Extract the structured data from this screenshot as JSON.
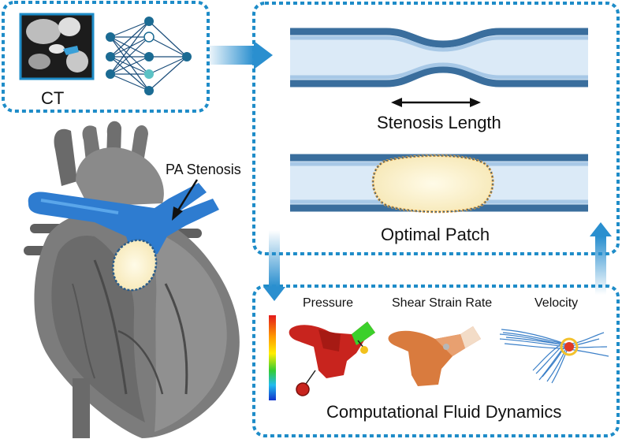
{
  "labels": {
    "ct": "CT",
    "pa_stenosis": "PA Stenosis",
    "stenosis_length": "Stenosis Length",
    "optimal_patch": "Optimal Patch",
    "pressure": "Pressure",
    "shear_strain_rate": "Shear Strain Rate",
    "velocity": "Velocity",
    "cfd": "Computational Fluid Dynamics"
  },
  "colors": {
    "box_border": "#1e8cc8",
    "arrow": "#2a8fcf",
    "vessel_wall": "#3a6e9d",
    "vessel_lumen": "#dbeaf7",
    "pulmonary_artery": "#2e7cd0",
    "heart": "#7c7c7c",
    "patch_fill": "#fffbe8"
  },
  "icons": [
    "neural-network-icon",
    "ct-scan-thumbnail",
    "heart-illustration"
  ]
}
